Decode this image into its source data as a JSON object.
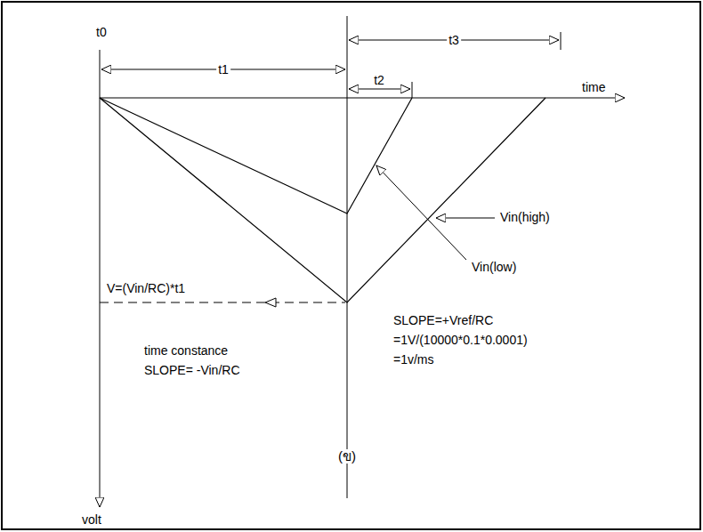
{
  "diagram": {
    "caption": "(ข)",
    "labels": [
      "t0",
      "t1",
      "t2",
      "t3",
      "time",
      "Vin(high)",
      "Vin(low)",
      "V=(Vin/RC)*t1",
      "SLOPE=+Vref/RC",
      "=1V/(10000*0.1*0.0001)",
      "=1v/ms",
      "time constance",
      "SLOPE= -Vin/RC",
      "volt"
    ]
  }
}
